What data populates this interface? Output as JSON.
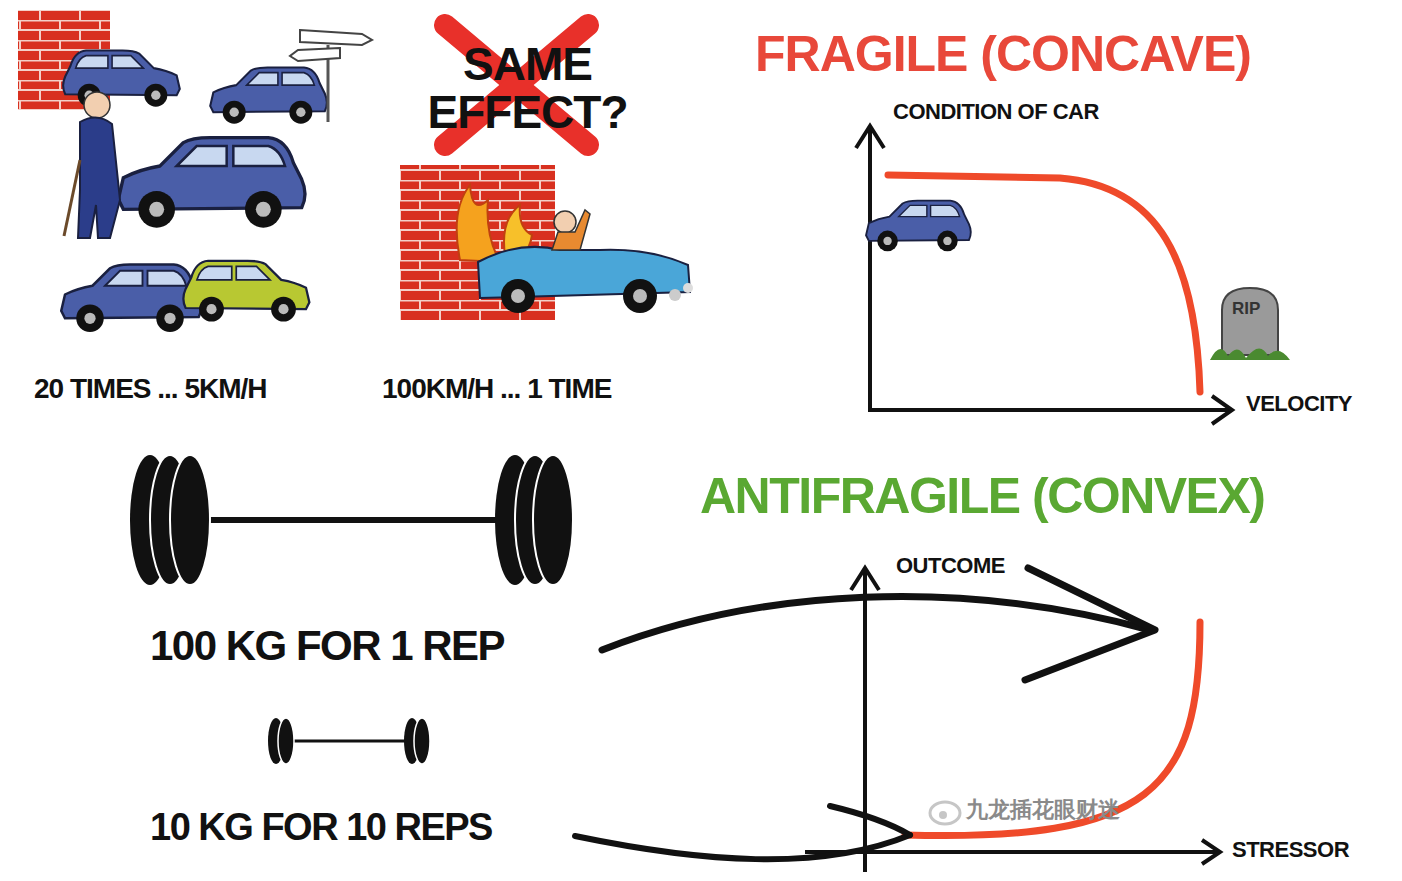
{
  "diagram": {
    "labels": [
      "SAME EFFECT?",
      "20 TIMES ... 5KM/H",
      "100KM/H ... 1 TIME",
      "FRAGILE (CONCAVE)",
      "CONDITION OF CAR",
      "VELOCITY",
      "RIP",
      "ANTIFRAGILE (CONVEX)",
      "OUTCOME",
      "100 KG FOR 1 REP",
      "10 KG FOR 10 REPS",
      "STRESSOR",
      "九龙插花眼财迷"
    ]
  }
}
